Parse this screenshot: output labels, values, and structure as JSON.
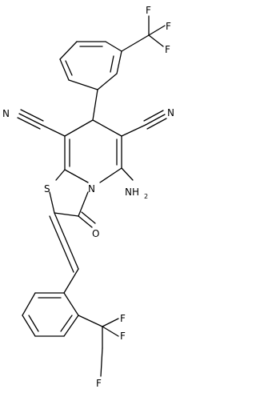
{
  "structure": {
    "atoms": {
      "f_top_1": "F",
      "f_top_2": "F",
      "f_top_3": "F",
      "n_nitrile_left": "N",
      "n_nitrile_right": "N",
      "sulfur": "S",
      "n_ring": "N",
      "amino_n": "NH",
      "amino_sub": "2",
      "oxygen": "O",
      "f_bottom_1": "F",
      "f_bottom_2": "F",
      "f_bottom_3": "F"
    }
  }
}
